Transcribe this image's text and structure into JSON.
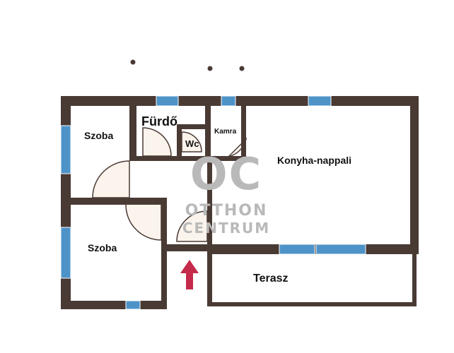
{
  "rooms": {
    "szoba_top": "Szoba",
    "furdo": "Fürdő",
    "wc": "Wc",
    "kamra": "Kamra",
    "konyha": "Konyha-nappali",
    "szoba_bottom": "Szoba",
    "terasz": "Terasz"
  },
  "watermark": {
    "logo": "OC",
    "line1": "OTTHON",
    "line2": "CENTRUM"
  },
  "colors": {
    "wall": "#4a3a34",
    "window": "#4e93c8",
    "door_fill": "#fbf4ec",
    "entrance_arrow": "#c52a4b",
    "watermark": "#b9b9b9",
    "background": "#ffffff"
  }
}
